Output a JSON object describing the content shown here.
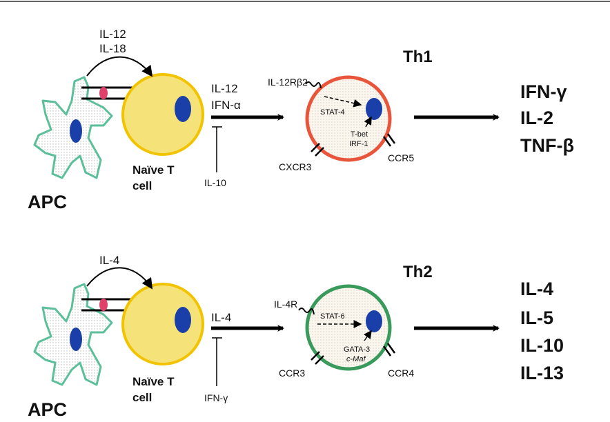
{
  "th1": {
    "apc_label": "APC",
    "naive_label_1": "Naïve T",
    "naive_label_2": "cell",
    "signal_1": "IL-12",
    "signal_2": "IL-18",
    "drivers_1": "IL-12",
    "drivers_2": "IFN-α",
    "inhibitor": "IL-10",
    "receptor": "IL-12Rβ2",
    "stat": "STAT-4",
    "tf_1": "T-bet",
    "tf_2": "IRF-1",
    "chemokine_left": "CXCR3",
    "chemokine_right": "CCR5",
    "title": "Th1",
    "outputs": [
      "IFN-γ",
      "IL-2",
      "TNF-β"
    ],
    "cell_color": "#e8553a"
  },
  "th2": {
    "apc_label": "APC",
    "naive_label_1": "Naïve T",
    "naive_label_2": "cell",
    "signal_1": "IL-4",
    "drivers_1": "IL-4",
    "inhibitor": "IFN-γ",
    "receptor": "IL-4R",
    "stat": "STAT-6",
    "tf_1": "GATA-3",
    "tf_2": "c-Maf",
    "chemokine_left": "CCR3",
    "chemokine_right": "CCR4",
    "title": "Th2",
    "outputs": [
      "IL-4",
      "IL-5",
      "IL-10",
      "IL-13"
    ],
    "cell_color": "#3a9a5c"
  },
  "colors": {
    "apc_outline": "#5bbf9a",
    "naive_fill": "#f5e37a",
    "naive_outline": "#f2c300",
    "nucleus": "#1a3fa8",
    "synapse": "#e0406a"
  }
}
